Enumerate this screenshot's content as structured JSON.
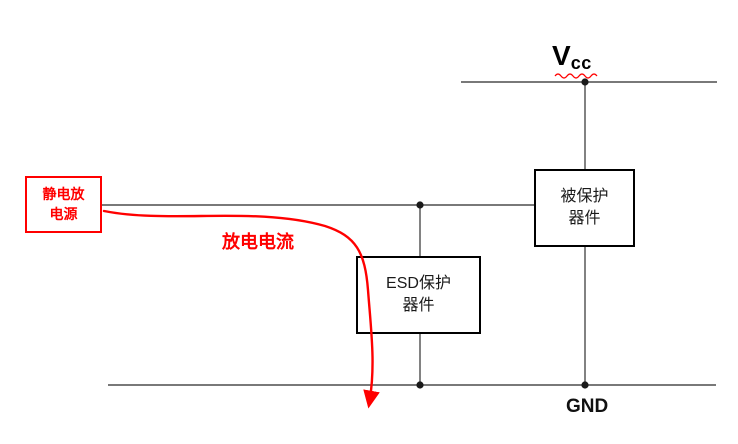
{
  "labels": {
    "vcc_main": "V",
    "vcc_sub": "cc",
    "gnd": "GND",
    "discharge_current": "放电电流"
  },
  "boxes": {
    "esd_source": {
      "line1": "静电放",
      "line2": "电源"
    },
    "esd_protector": {
      "line1": "ESD保护",
      "line2": "器件"
    },
    "protected_device": {
      "line1": "被保护",
      "line2": "器件"
    }
  },
  "colors": {
    "wire": "#4d4d4d",
    "box_border": "#000000",
    "accent_red": "#ff0000"
  }
}
